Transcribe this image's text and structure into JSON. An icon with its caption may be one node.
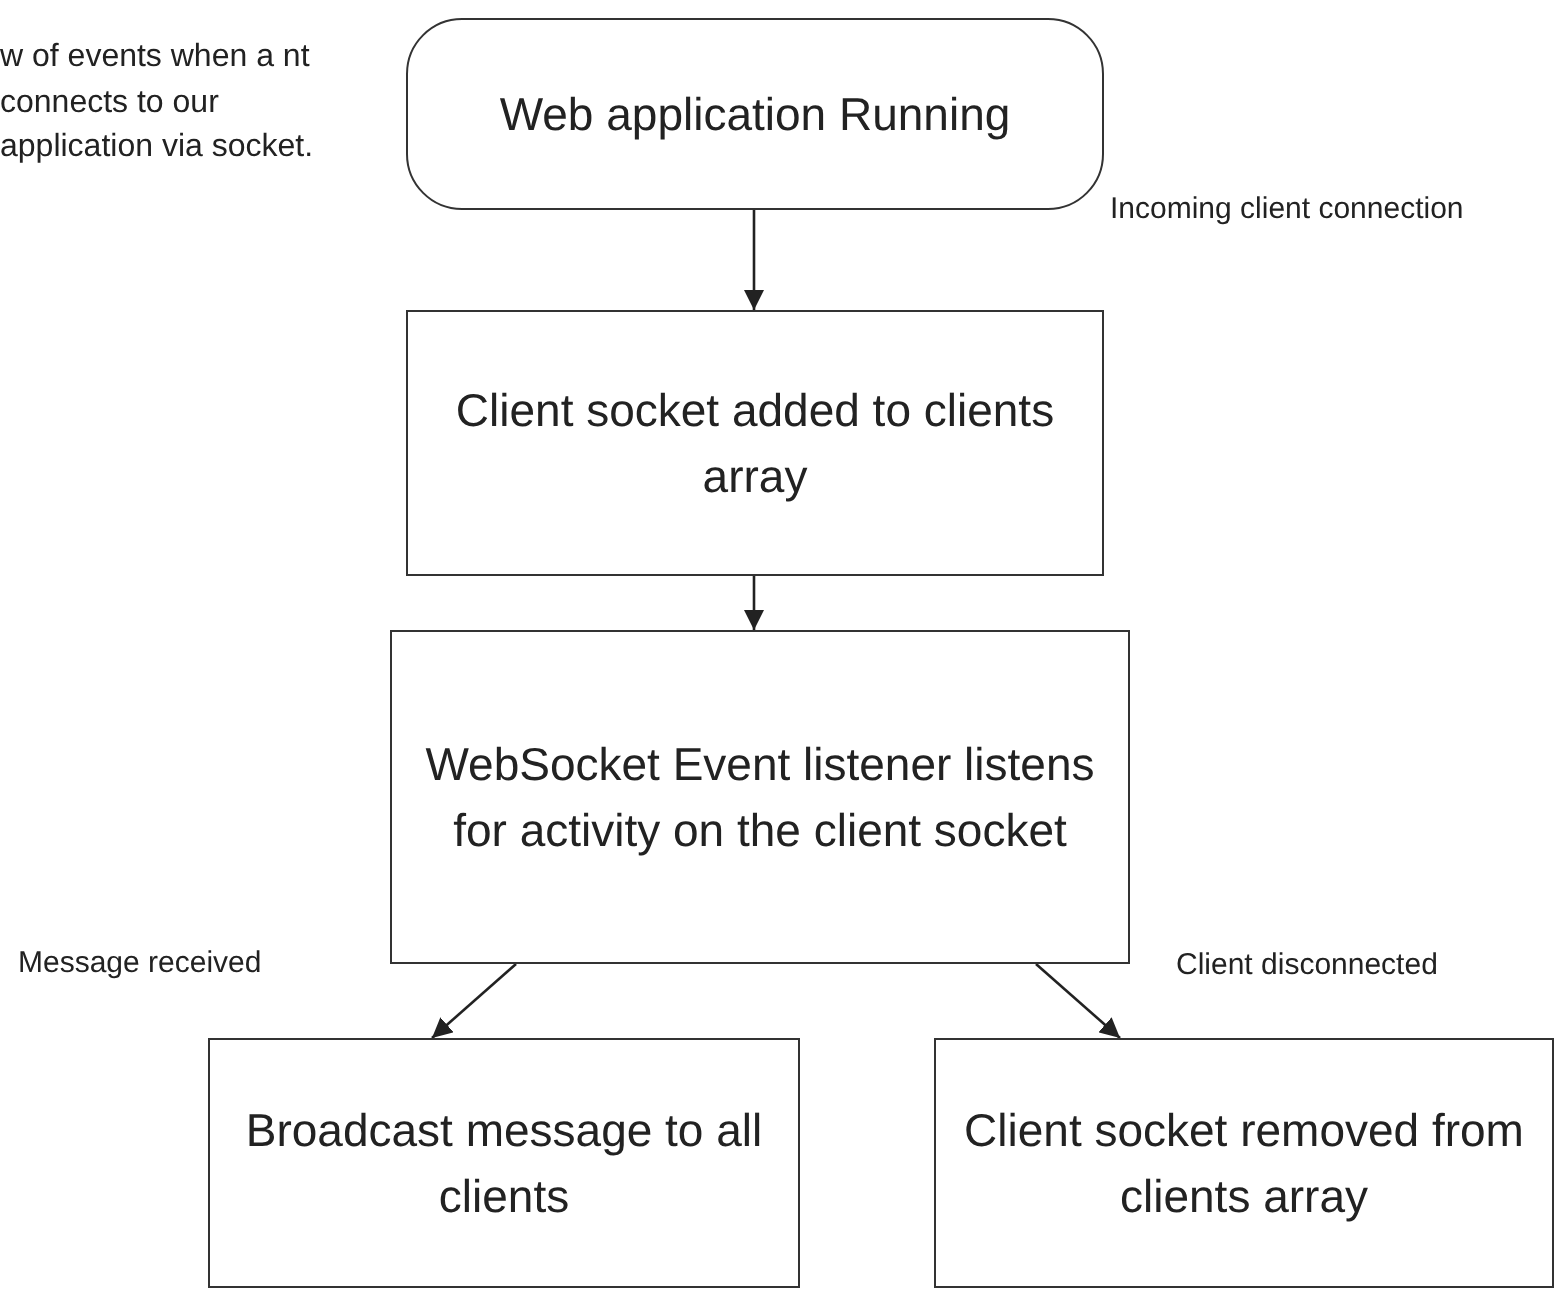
{
  "diagram": {
    "nodes": [
      {
        "text": [
          "Web application Running"
        ]
      },
      {
        "text": [
          "Client socket added to clients array"
        ]
      },
      {
        "text": [
          "WebSocket Event listener listens for activity on the client socket"
        ]
      },
      {
        "text": [
          "Broadcast message to all clients"
        ]
      },
      {
        "text": [
          "Client socket removed from clients array"
        ]
      }
    ],
    "edges": [
      {
        "from": 0,
        "to": 1,
        "arrow": "to"
      },
      {
        "from": 1,
        "to": 2,
        "arrow": "to"
      },
      {
        "from": 2,
        "to": 3,
        "arrow": "to"
      },
      {
        "from": 2,
        "to": 4,
        "arrow": "to"
      }
    ],
    "labels": [
      "w of events when a nt connects to our application via socket.",
      "Incoming client connection",
      "Message received",
      "Client disconnected"
    ]
  }
}
